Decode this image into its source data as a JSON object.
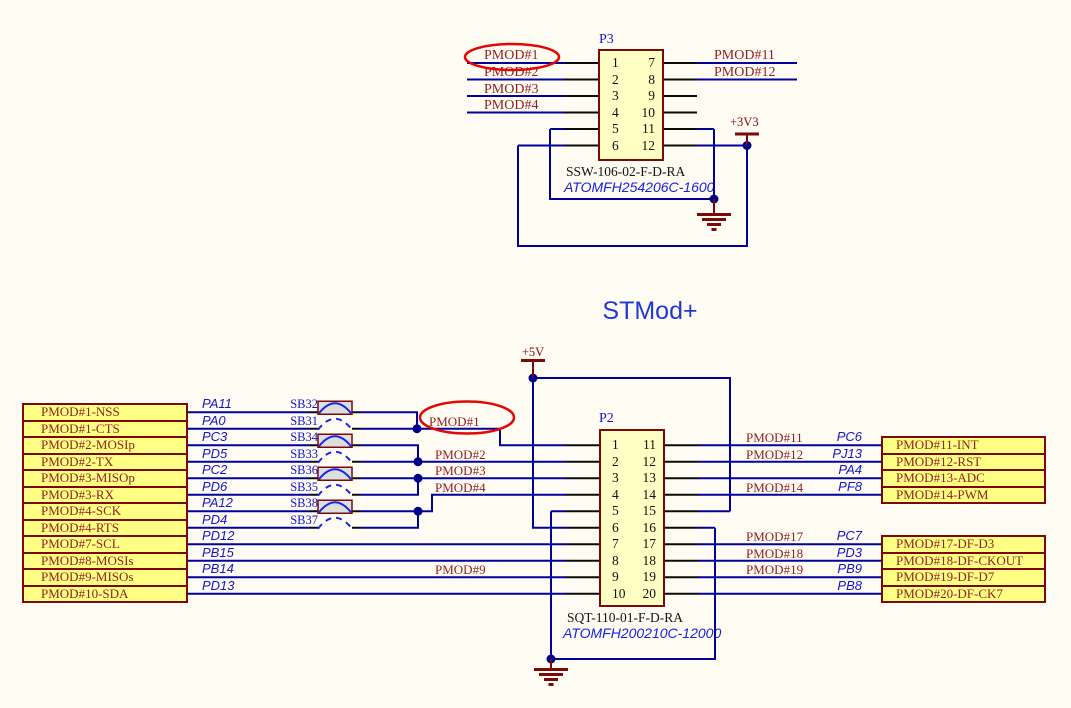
{
  "title": "STMod+",
  "colors": {
    "background": "#FEFCF2",
    "wire_blue": "#00009A",
    "junction_blue": "#00008B",
    "maroon": "#7A0A0A",
    "label_red": "#8F1F1F",
    "net_blue": "#1414CC",
    "port_fill": "#FFFF84",
    "connector_fill": "#FFFFC4",
    "highlight_red": "#E00808"
  },
  "top": {
    "designator": "P3",
    "pins_left": [
      "1",
      "2",
      "3",
      "4",
      "5",
      "6"
    ],
    "pins_right": [
      "7",
      "8",
      "9",
      "10",
      "11",
      "12"
    ],
    "left_labels": [
      "PMOD#1",
      "PMOD#2",
      "PMOD#3",
      "PMOD#4"
    ],
    "right_labels": [
      "PMOD#11",
      "PMOD#12"
    ],
    "power_label": "+3V3",
    "part_number": "SSW-106-02-F-D-RA",
    "part_code": "ATOMFH254206C-1600"
  },
  "bottom": {
    "designator": "P2",
    "pins_left": [
      "1",
      "2",
      "3",
      "4",
      "5",
      "6",
      "7",
      "8",
      "9",
      "10"
    ],
    "pins_right": [
      "11",
      "12",
      "13",
      "14",
      "15",
      "16",
      "17",
      "18",
      "19",
      "20"
    ],
    "power_label": "+5V",
    "part_number": "SQT-110-01-F-D-RA",
    "part_code": "ATOMFH200210C-12000",
    "left_ports": [
      "PMOD#1-NSS",
      "PMOD#1-CTS",
      "PMOD#2-MOSIp",
      "PMOD#2-TX",
      "PMOD#3-MISOp",
      "PMOD#3-RX",
      "PMOD#4-SCK",
      "PMOD#4-RTS",
      "PMOD#7-SCL",
      "PMOD#8-MOSIs",
      "PMOD#9-MISOs",
      "PMOD#10-SDA"
    ],
    "net_labels": [
      "PA11",
      "PA0",
      "PC3",
      "PD5",
      "PC2",
      "PD6",
      "PA12",
      "PD4",
      "PD12",
      "PB15",
      "PB14",
      "PD13"
    ],
    "solder_bridges": [
      "SB32",
      "SB31",
      "SB34",
      "SB33",
      "SB36",
      "SB35",
      "SB38",
      "SB37"
    ],
    "mid_labels": {
      "pmod1": "PMOD#1",
      "pmod2": "PMOD#2",
      "pmod3": "PMOD#3",
      "pmod4": "PMOD#4",
      "pmod9": "PMOD#9"
    },
    "right_top": {
      "rows": [
        {
          "pmod": "PMOD#11",
          "net": "PC6"
        },
        {
          "pmod": "PMOD#12",
          "net": "PJ13"
        },
        {
          "pmod": "",
          "net": "PA4"
        },
        {
          "pmod": "PMOD#14",
          "net": "PF8"
        }
      ],
      "ports": [
        "PMOD#11-INT",
        "PMOD#12-RST",
        "PMOD#13-ADC",
        "PMOD#14-PWM"
      ]
    },
    "right_bottom": {
      "rows": [
        {
          "pmod": "PMOD#17",
          "net": "PC7"
        },
        {
          "pmod": "PMOD#18",
          "net": "PD3"
        },
        {
          "pmod": "PMOD#19",
          "net": "PB9"
        },
        {
          "pmod": "",
          "net": "PB8"
        }
      ],
      "ports": [
        "PMOD#17-DF-D3",
        "PMOD#18-DF-CKOUT",
        "PMOD#19-DF-D7",
        "PMOD#20-DF-CK7"
      ]
    }
  }
}
